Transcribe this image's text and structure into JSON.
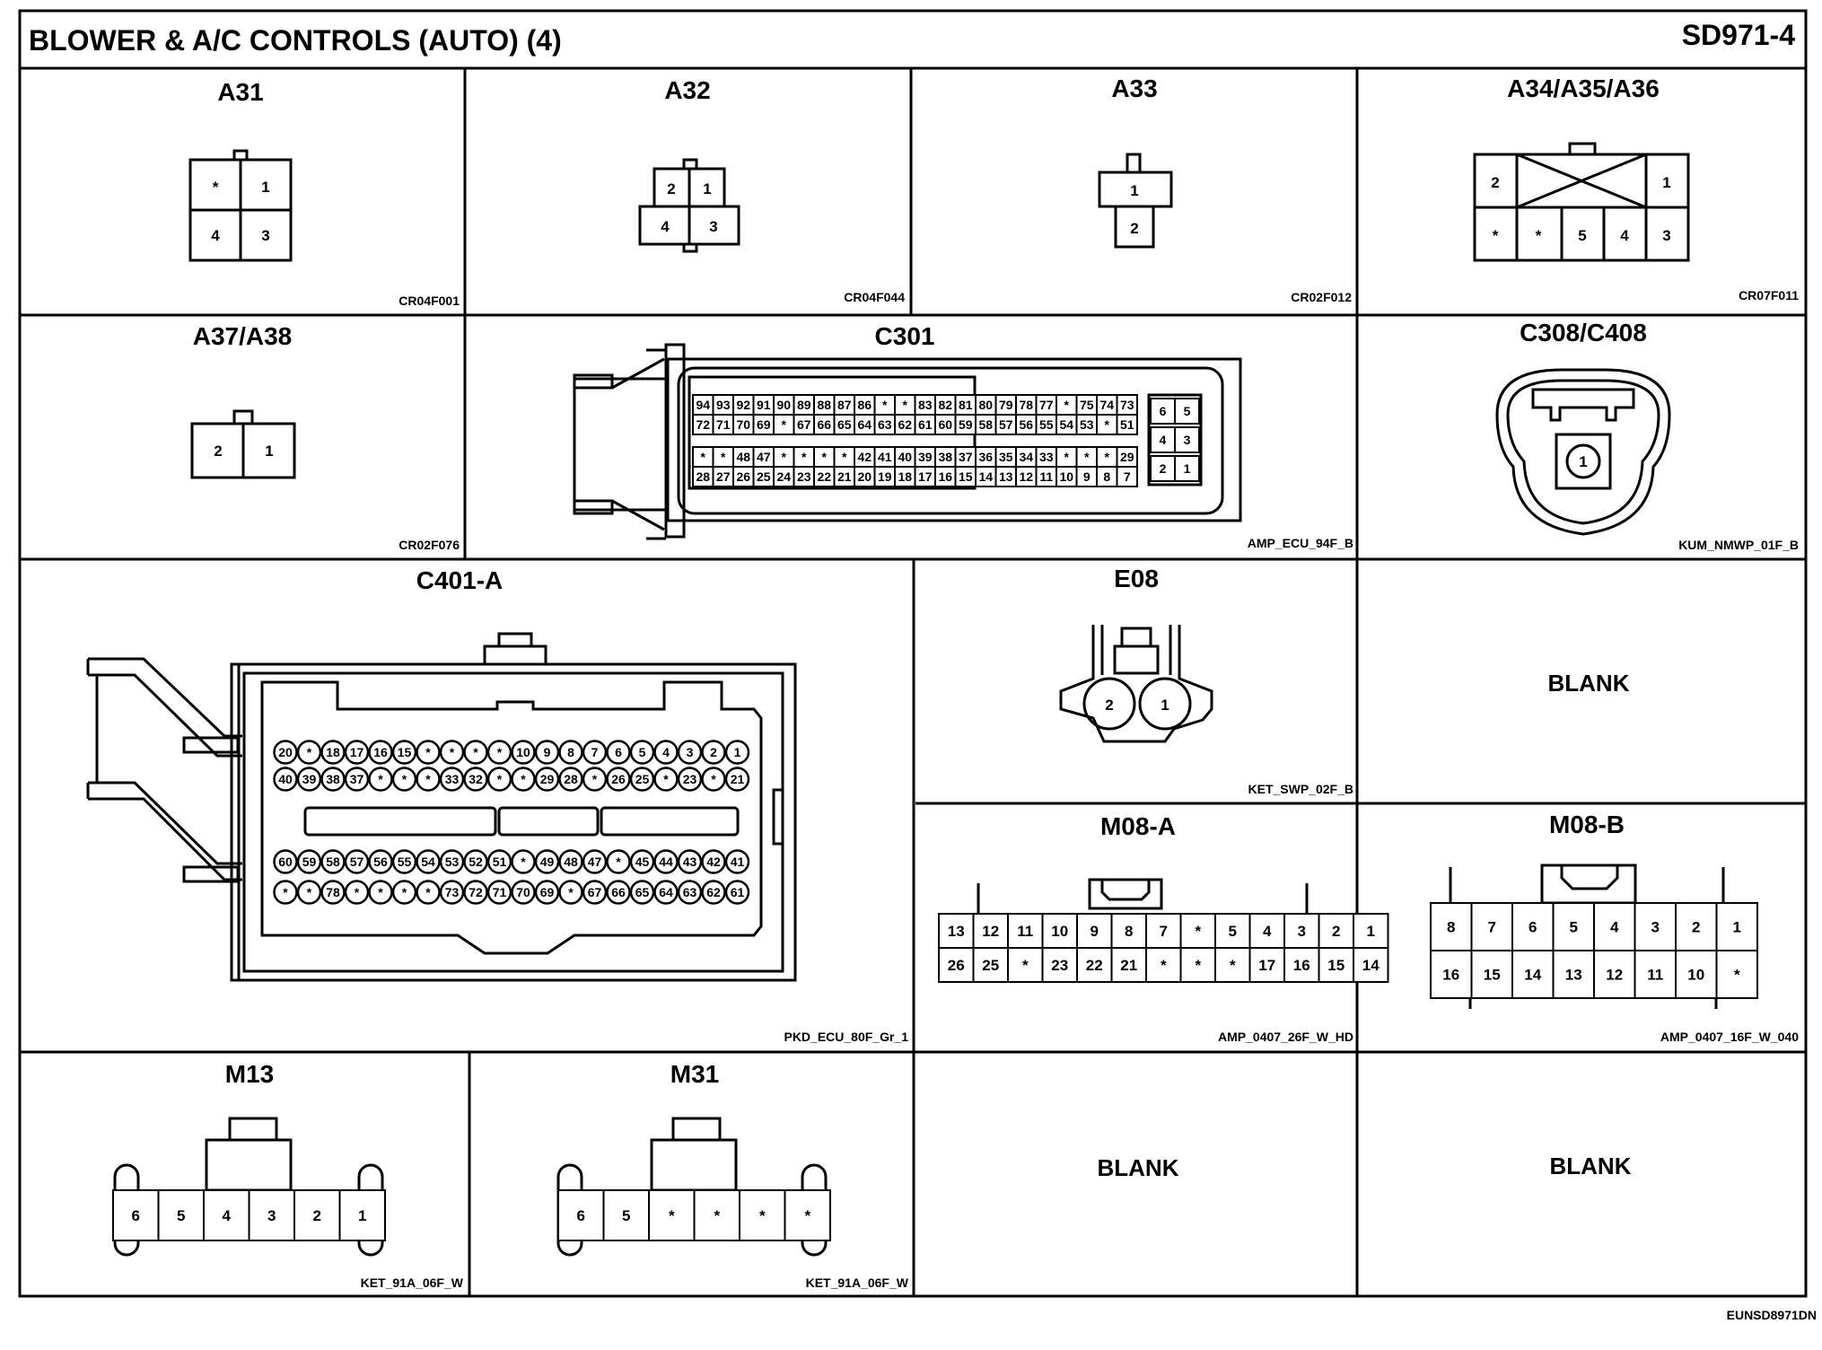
{
  "header": {
    "title": "BLOWER & A/C CONTROLS (AUTO) (4)",
    "page": "SD971-4"
  },
  "footer": {
    "code": "EUNSD8971DN"
  },
  "connectors": {
    "a31": {
      "name": "A31",
      "code": "CR04F001",
      "pins": [
        "*",
        "1",
        "4",
        "3"
      ]
    },
    "a32": {
      "name": "A32",
      "code": "CR04F044",
      "pins": [
        "2",
        "1",
        "4",
        "3"
      ]
    },
    "a33": {
      "name": "A33",
      "code": "CR02F012",
      "pins": [
        "1",
        "2"
      ]
    },
    "a34": {
      "name": "A34/A35/A36",
      "code": "CR07F011",
      "top_pins": [
        "2",
        "1"
      ],
      "bottom_pins": [
        "*",
        "*",
        "5",
        "4",
        "3"
      ]
    },
    "a37": {
      "name": "A37/A38",
      "code": "CR02F076",
      "pins": [
        "2",
        "1"
      ]
    },
    "c301": {
      "name": "C301",
      "code": "AMP_ECU_94F_B",
      "row1": [
        "94",
        "93",
        "92",
        "91",
        "90",
        "89",
        "88",
        "87",
        "86",
        "*",
        "*",
        "83",
        "82",
        "81",
        "80",
        "79",
        "78",
        "77",
        "*",
        "75",
        "74",
        "73"
      ],
      "row2": [
        "72",
        "71",
        "70",
        "69",
        "*",
        "67",
        "66",
        "65",
        "64",
        "63",
        "62",
        "61",
        "60",
        "59",
        "58",
        "57",
        "56",
        "55",
        "54",
        "53",
        "*",
        "51"
      ],
      "row3": [
        "*",
        "*",
        "48",
        "47",
        "*",
        "*",
        "*",
        "*",
        "42",
        "41",
        "40",
        "39",
        "38",
        "37",
        "36",
        "35",
        "34",
        "33",
        "*",
        "*",
        "*",
        "29"
      ],
      "row4": [
        "28",
        "27",
        "26",
        "25",
        "24",
        "23",
        "22",
        "21",
        "20",
        "19",
        "18",
        "17",
        "16",
        "15",
        "14",
        "13",
        "12",
        "11",
        "10",
        "9",
        "8",
        "7"
      ],
      "side": [
        [
          "6",
          "5"
        ],
        [
          "4",
          "3"
        ],
        [
          "2",
          "1"
        ]
      ]
    },
    "c308": {
      "name": "C308/C408",
      "code": "KUM_NMWP_01F_B",
      "pins": [
        "1"
      ]
    },
    "c401": {
      "name": "C401-A",
      "code": "PKD_ECU_80F_Gr_1",
      "row1": [
        "20",
        "*",
        "18",
        "17",
        "16",
        "15",
        "*",
        "*",
        "*",
        "*",
        "10",
        "9",
        "8",
        "7",
        "6",
        "5",
        "4",
        "3",
        "2",
        "1"
      ],
      "row2": [
        "40",
        "39",
        "38",
        "37",
        "*",
        "*",
        "*",
        "33",
        "32",
        "*",
        "*",
        "29",
        "28",
        "*",
        "26",
        "25",
        "*",
        "23",
        "*",
        "21"
      ],
      "row3": [
        "60",
        "59",
        "58",
        "57",
        "56",
        "55",
        "54",
        "53",
        "52",
        "51",
        "*",
        "49",
        "48",
        "47",
        "*",
        "45",
        "44",
        "43",
        "42",
        "41"
      ],
      "row4": [
        "*",
        "*",
        "78",
        "*",
        "*",
        "*",
        "*",
        "73",
        "72",
        "71",
        "70",
        "69",
        "*",
        "67",
        "66",
        "65",
        "64",
        "63",
        "62",
        "61"
      ]
    },
    "e08": {
      "name": "E08",
      "code": "KET_SWP_02F_B",
      "pins": [
        "2",
        "1"
      ]
    },
    "m08a": {
      "name": "M08-A",
      "code": "AMP_0407_26F_W_HD",
      "row1": [
        "13",
        "12",
        "11",
        "10",
        "9",
        "8",
        "7",
        "*",
        "5",
        "4",
        "3",
        "2",
        "1"
      ],
      "row2": [
        "26",
        "25",
        "*",
        "23",
        "22",
        "21",
        "*",
        "*",
        "*",
        "17",
        "16",
        "15",
        "14"
      ]
    },
    "m08b": {
      "name": "M08-B",
      "code": "AMP_0407_16F_W_040",
      "row1": [
        "8",
        "7",
        "6",
        "5",
        "4",
        "3",
        "2",
        "1"
      ],
      "row2": [
        "16",
        "15",
        "14",
        "13",
        "12",
        "11",
        "10",
        "*"
      ]
    },
    "m13": {
      "name": "M13",
      "code": "KET_91A_06F_W",
      "pins": [
        "6",
        "5",
        "4",
        "3",
        "2",
        "1"
      ]
    },
    "m31": {
      "name": "M31",
      "code": "KET_91A_06F_W",
      "pins": [
        "6",
        "5",
        "*",
        "*",
        "*",
        "*"
      ]
    }
  },
  "blank_cells": {
    "b1": "BLANK",
    "b2": "BLANK",
    "b3": "BLANK"
  }
}
